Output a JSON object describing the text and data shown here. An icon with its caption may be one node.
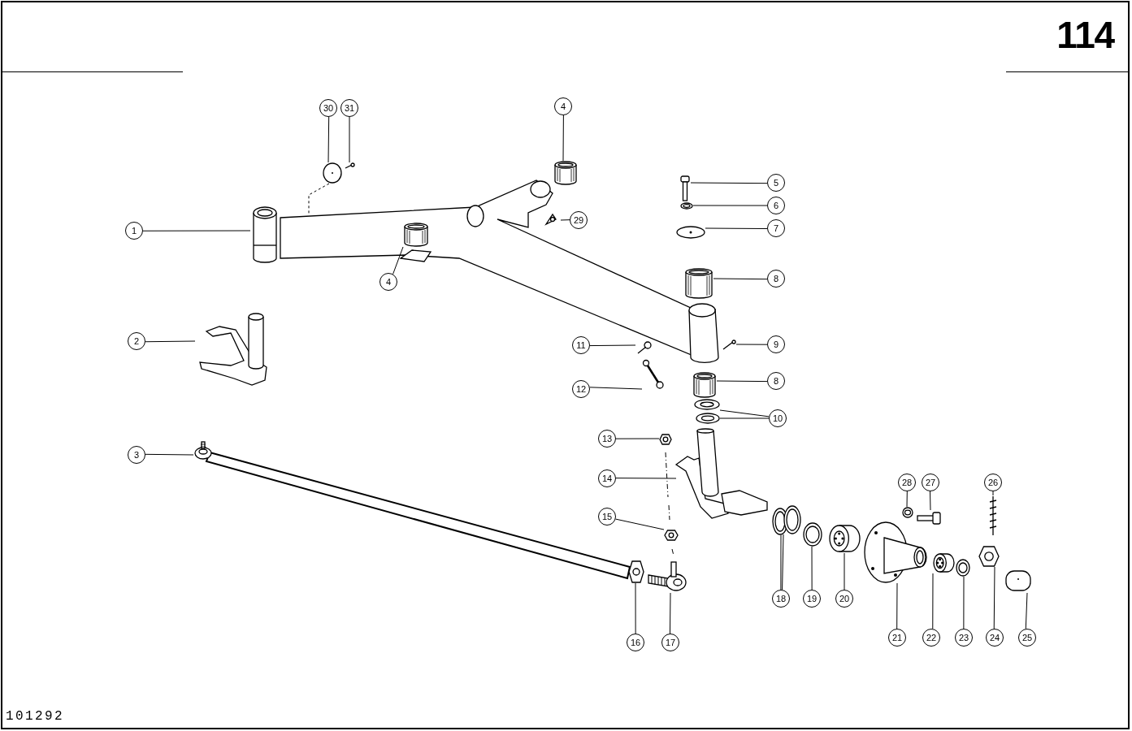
{
  "diagram": {
    "nodes": [
      {
        "text": [
          "30"
        ]
      },
      {
        "text": [
          "31"
        ]
      },
      {
        "text": [
          "4"
        ]
      },
      {
        "text": [
          "1"
        ]
      },
      {
        "text": [
          "5"
        ]
      },
      {
        "text": [
          "6"
        ]
      },
      {
        "text": [
          "29"
        ]
      },
      {
        "text": [
          "7"
        ]
      },
      {
        "text": [
          "4"
        ]
      },
      {
        "text": [
          "8"
        ]
      },
      {
        "text": [
          "2"
        ]
      },
      {
        "text": [
          "9"
        ]
      },
      {
        "text": [
          "11"
        ]
      },
      {
        "text": [
          "8"
        ]
      },
      {
        "text": [
          "12"
        ]
      },
      {
        "text": [
          "10"
        ]
      },
      {
        "text": [
          "3"
        ]
      },
      {
        "text": [
          "13"
        ]
      },
      {
        "text": [
          "28"
        ]
      },
      {
        "text": [
          "27"
        ]
      },
      {
        "text": [
          "26"
        ]
      },
      {
        "text": [
          "14"
        ]
      },
      {
        "text": [
          "15"
        ]
      },
      {
        "text": [
          "18"
        ]
      },
      {
        "text": [
          "19"
        ]
      },
      {
        "text": [
          "20"
        ]
      },
      {
        "text": [
          "21"
        ]
      },
      {
        "text": [
          "22"
        ]
      },
      {
        "text": [
          "23"
        ]
      },
      {
        "text": [
          "24"
        ]
      },
      {
        "text": [
          "25"
        ]
      },
      {
        "text": [
          "16"
        ]
      },
      {
        "text": [
          "17"
        ]
      },
      {
        "text": [],
        "shape": "picture"
      },
      {
        "text": [],
        "shape": "picture"
      },
      {
        "text": [],
        "shape": "picture"
      },
      {
        "text": [],
        "shape": "picture"
      },
      {
        "text": [],
        "shape": "picture"
      },
      {
        "text": [],
        "shape": "picture"
      },
      {
        "text": [],
        "shape": "picture"
      },
      {
        "text": [],
        "shape": "picture"
      },
      {
        "text": [],
        "shape": "picture"
      },
      {
        "text": [],
        "shape": "picture"
      },
      {
        "text": [],
        "shape": "picture"
      },
      {
        "text": [],
        "shape": "picture"
      },
      {
        "text": [],
        "shape": "picture"
      },
      {
        "text": [],
        "shape": "picture"
      },
      {
        "text": [],
        "shape": "picture"
      },
      {
        "text": [],
        "shape": "picture"
      },
      {
        "text": [],
        "shape": "picture"
      },
      {
        "text": [],
        "shape": "picture"
      },
      {
        "text": [],
        "shape": "picture"
      },
      {
        "text": [],
        "shape": "picture"
      },
      {
        "text": [],
        "shape": "picture"
      },
      {
        "text": [],
        "shape": "picture"
      },
      {
        "text": [],
        "shape": "picture"
      },
      {
        "text": [],
        "shape": "picture"
      },
      {
        "text": [],
        "shape": "picture"
      },
      {
        "text": [],
        "shape": "picture"
      },
      {
        "text": [],
        "shape": "picture"
      },
      {
        "text": [],
        "shape": "picture"
      },
      {
        "text": [],
        "shape": "picture"
      },
      {
        "text": [],
        "shape": "picture"
      },
      {
        "text": [],
        "shape": "picture"
      },
      {
        "text": [],
        "shape": "picture"
      },
      {
        "text": [],
        "shape": "picture"
      },
      {
        "text": [],
        "shape": "picture"
      },
      {
        "text": [],
        "shape": "picture"
      }
    ],
    "edges": [
      {
        "from": 0,
        "to": 33,
        "arrow": "none"
      },
      {
        "from": 1,
        "to": 34,
        "arrow": "none"
      },
      {
        "from": 2,
        "to": 35,
        "arrow": "none"
      },
      {
        "from": 3,
        "to": 36,
        "arrow": "none"
      },
      {
        "from": 4,
        "to": 37,
        "arrow": "none"
      },
      {
        "from": 5,
        "to": 38,
        "arrow": "none"
      },
      {
        "from": 6,
        "to": 39,
        "arrow": "none"
      },
      {
        "from": 7,
        "to": 40,
        "arrow": "none"
      },
      {
        "from": 8,
        "to": 41,
        "arrow": "none"
      },
      {
        "from": 9,
        "to": 42,
        "arrow": "none"
      },
      {
        "from": 10,
        "to": 43,
        "arrow": "none"
      },
      {
        "from": 11,
        "to": 44,
        "arrow": "none"
      },
      {
        "from": 12,
        "to": 45,
        "arrow": "none"
      },
      {
        "from": 13,
        "to": 46,
        "arrow": "none"
      },
      {
        "from": 14,
        "to": 47,
        "arrow": "none"
      },
      {
        "from": 15,
        "to": 48,
        "arrow": "none"
      },
      {
        "from": 15,
        "to": 49,
        "arrow": "none"
      },
      {
        "from": 16,
        "to": 50,
        "arrow": "none"
      },
      {
        "from": 17,
        "to": 51,
        "arrow": "none"
      },
      {
        "from": 18,
        "to": 52,
        "arrow": "none"
      },
      {
        "from": 19,
        "to": 53,
        "arrow": "none"
      },
      {
        "from": 20,
        "to": 54,
        "arrow": "none"
      },
      {
        "from": 21,
        "to": 55,
        "arrow": "none"
      },
      {
        "from": 22,
        "to": 56,
        "arrow": "none"
      },
      {
        "from": 23,
        "to": 57,
        "arrow": "none"
      },
      {
        "from": 23,
        "to": 58,
        "arrow": "none"
      },
      {
        "from": 24,
        "to": 59,
        "arrow": "none"
      },
      {
        "from": 25,
        "to": 60,
        "arrow": "none"
      },
      {
        "from": 26,
        "to": 61,
        "arrow": "none"
      },
      {
        "from": 27,
        "to": 62,
        "arrow": "none"
      },
      {
        "from": 28,
        "to": 63,
        "arrow": "none"
      },
      {
        "from": 29,
        "to": 64,
        "arrow": "none"
      },
      {
        "from": 30,
        "to": 65,
        "arrow": "none"
      },
      {
        "from": 31,
        "to": 66,
        "arrow": "none"
      },
      {
        "from": 32,
        "to": 67,
        "arrow": "none"
      }
    ],
    "labels": [
      "114",
      "101292"
    ]
  }
}
